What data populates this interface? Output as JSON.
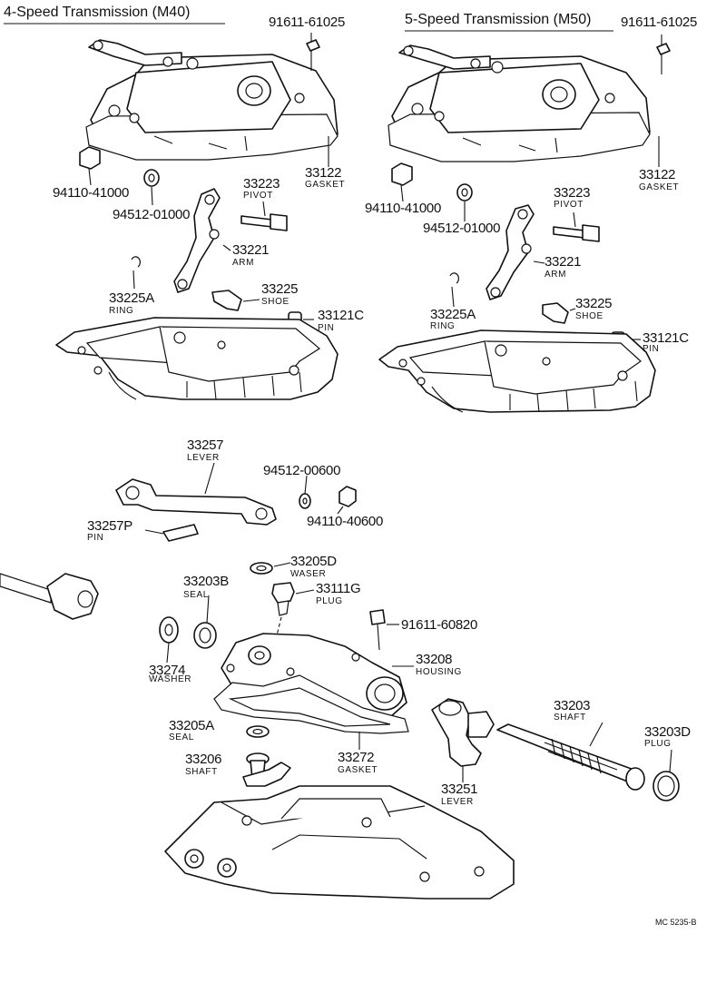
{
  "headers": {
    "m40": "4-Speed Transmission (M40)",
    "m50": "5-Speed Transmission (M50)"
  },
  "m40": {
    "bolt": "91611-61025",
    "gasket_no": "33122",
    "gasket": "GASKET",
    "nut_no": "94110-41000",
    "washer_no": "94512-01000",
    "pivot_no": "33223",
    "pivot": "PIVOT",
    "arm_no": "33221",
    "arm": "ARM",
    "ring_no": "33225A",
    "ring": "RING",
    "shoe_no": "33225",
    "shoe": "SHOE",
    "pin_no": "33121C",
    "pin": "PIN"
  },
  "m50": {
    "bolt": "91611-61025",
    "gasket_no": "33122",
    "gasket": "GASKET",
    "nut_no": "94110-41000",
    "washer_no": "94512-01000",
    "pivot_no": "33223",
    "pivot": "PIVOT",
    "arm_no": "33221",
    "arm": "ARM",
    "ring_no": "33225A",
    "ring": "RING",
    "shoe_no": "33225",
    "shoe": "SHOE",
    "pin_no": "33121C",
    "pin": "PIN"
  },
  "lever_group": {
    "lever_no": "33257",
    "lever": "LEVER",
    "washer_no": "94512-00600",
    "nut_no": "94110-40600",
    "pin_no": "33257P",
    "pin": "PIN"
  },
  "housing_group": {
    "waser_no": "33205D",
    "waser": "WASER",
    "seal_no": "33203B",
    "seal": "SEAL",
    "plug_no": "33111G",
    "plug": "PLUG",
    "bolt": "91611-60820",
    "washer_no": "33274",
    "washer": "WASHER",
    "housing_no": "33208",
    "housing": "HOUSING",
    "seal2_no": "33205A",
    "seal2": "SEAL",
    "shaft_no": "33206",
    "shaft": "SHAFT",
    "gasket_no": "33272",
    "gasket": "GASKET",
    "lever_no": "33251",
    "lever": "LEVER",
    "shaft2_no": "33203",
    "shaft2": "SHAFT",
    "plug2_no": "33203D",
    "plug2": "PLUG"
  },
  "footer": "MC 5235-B"
}
